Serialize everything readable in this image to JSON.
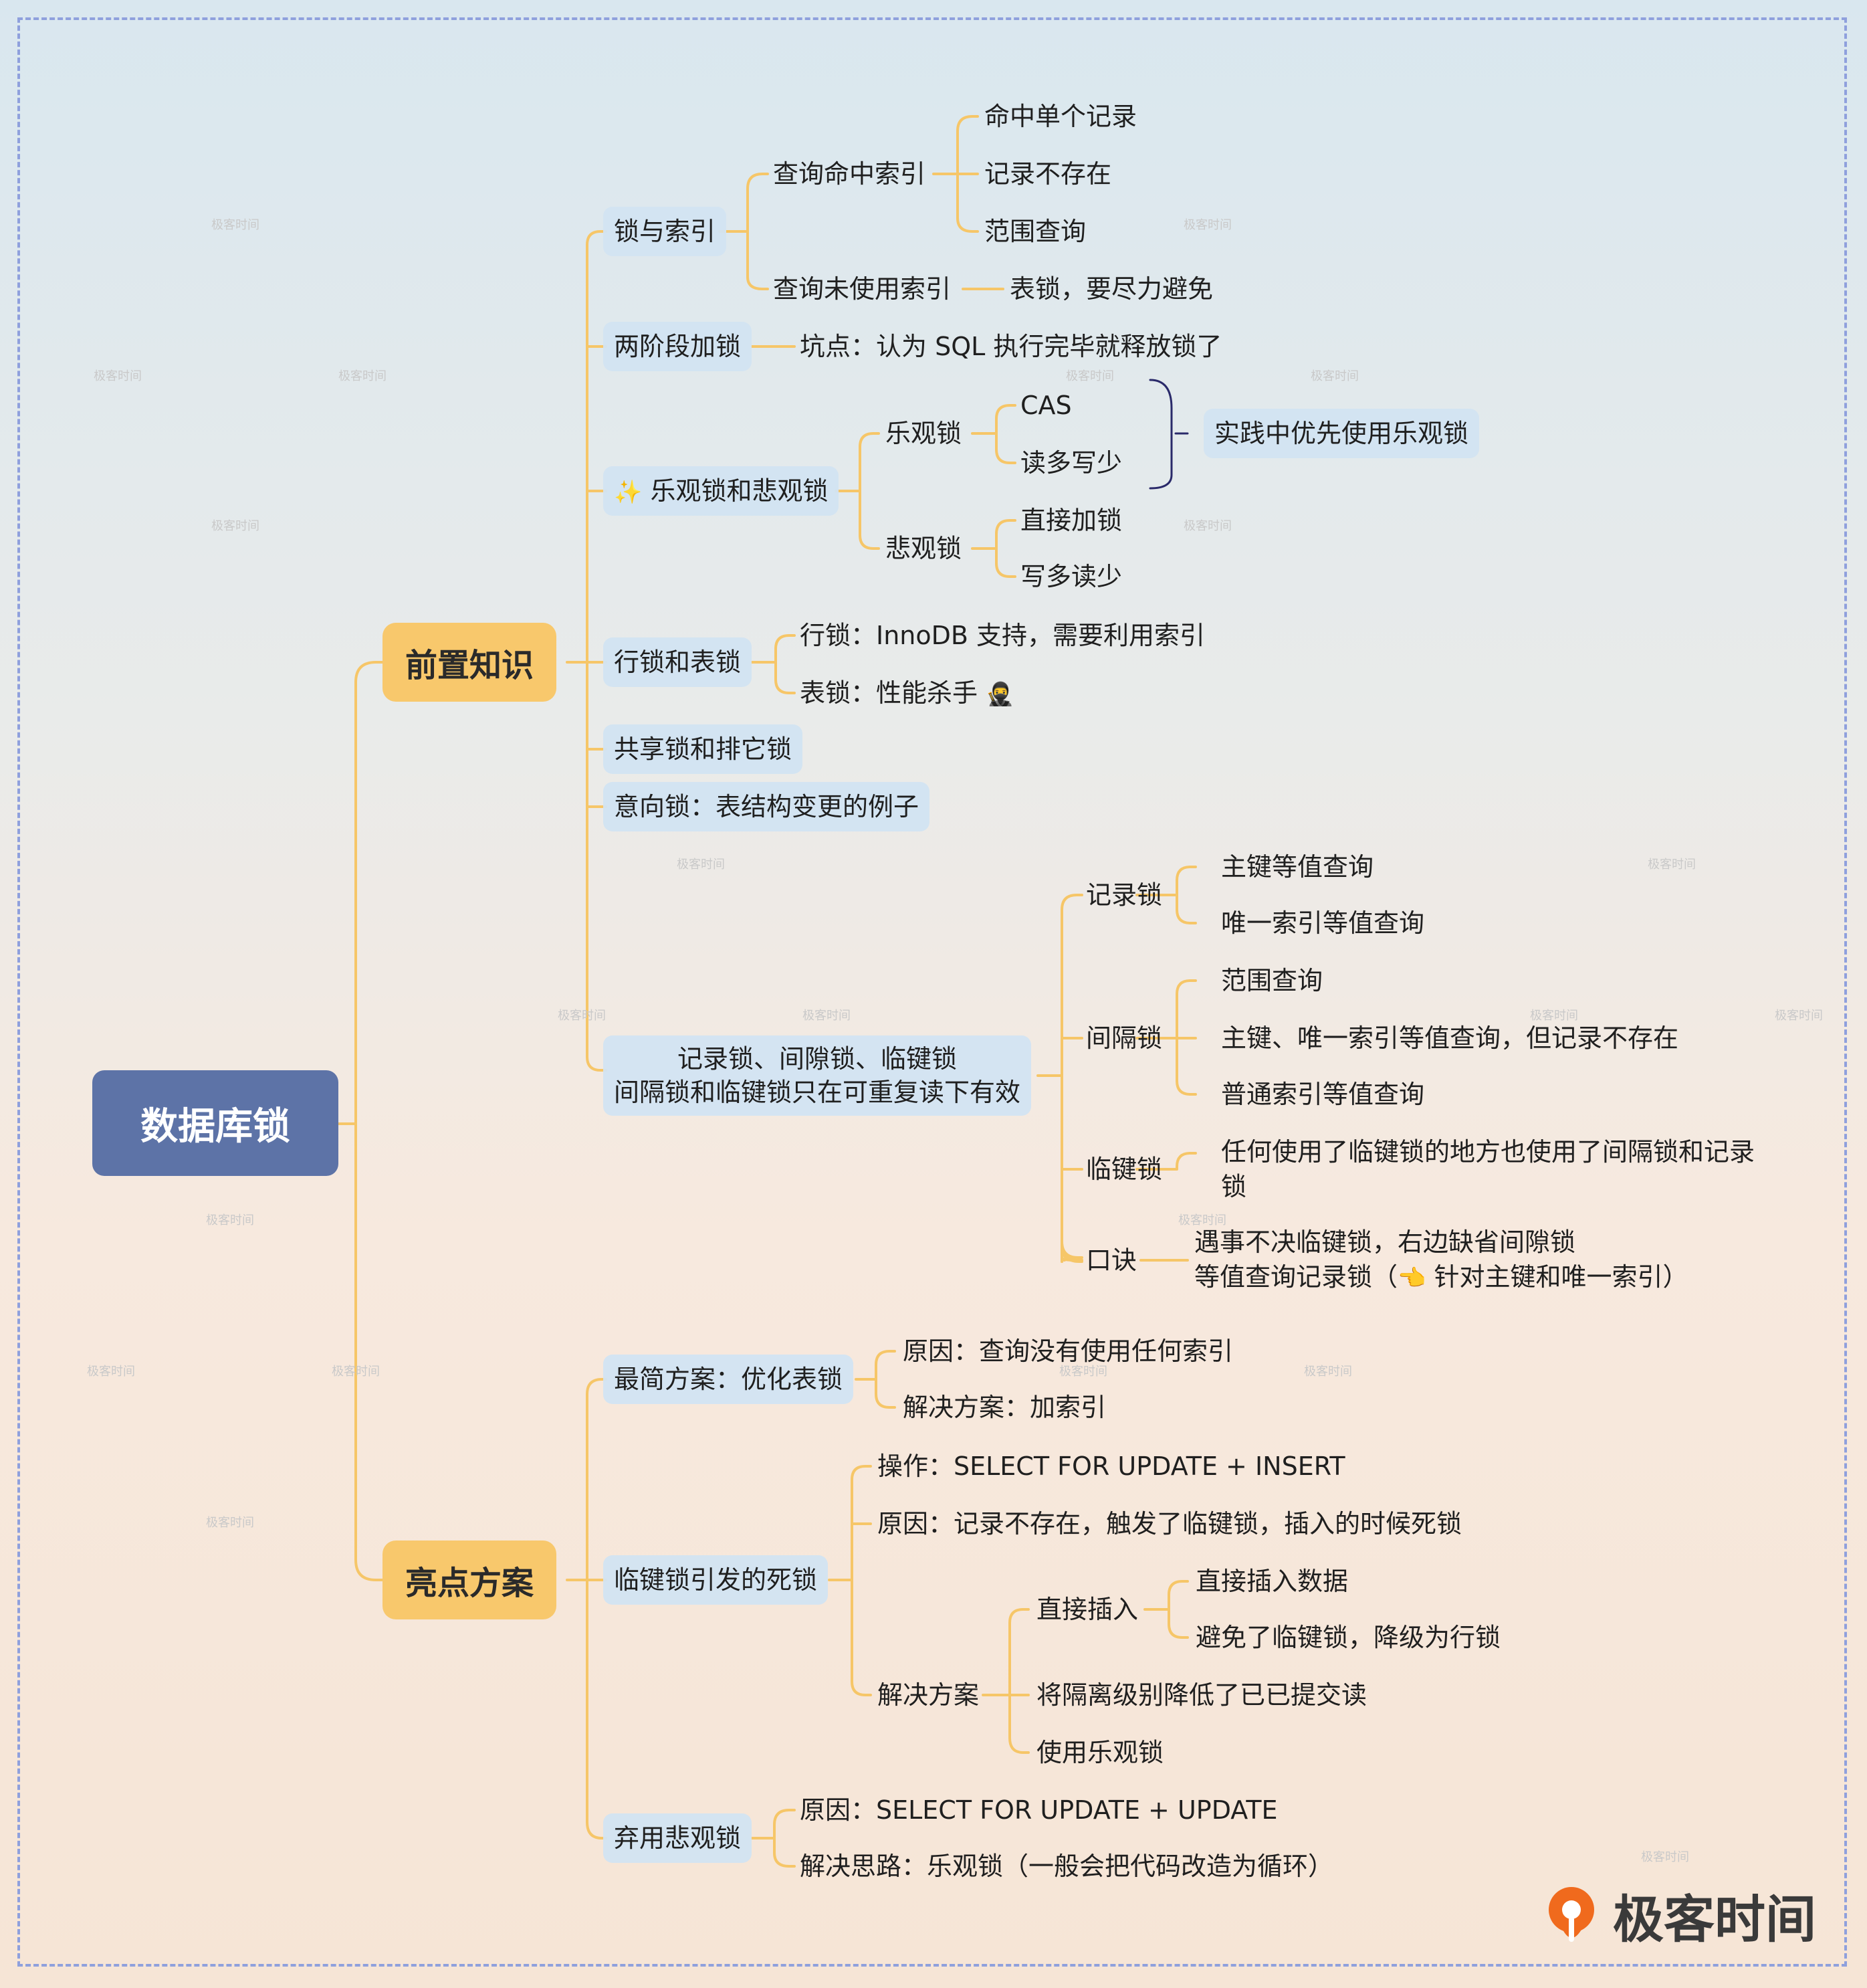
{
  "root": "数据库锁",
  "prereq": {
    "label": "前置知识",
    "lock_index": {
      "label": "锁与索引",
      "hit": {
        "label": "查询命中索引",
        "items": [
          "命中单个记录",
          "记录不存在",
          "范围查询"
        ]
      },
      "miss": {
        "label": "查询未使用索引",
        "child": "表锁，要尽力避免"
      }
    },
    "two_phase": {
      "label": "两阶段加锁",
      "child": "坑点：认为 SQL 执行完毕就释放锁了"
    },
    "opt_pes": {
      "label": "乐观锁和悲观锁",
      "optimistic": {
        "label": "乐观锁",
        "items": [
          "CAS",
          "读多写少"
        ]
      },
      "pessimistic": {
        "label": "悲观锁",
        "items": [
          "直接加锁",
          "写多读少"
        ]
      },
      "summary": "实践中优先使用乐观锁"
    },
    "row_table": {
      "label": "行锁和表锁",
      "items": [
        "行锁：InnoDB 支持，需要利用索引",
        "表锁：性能杀手"
      ]
    },
    "shared": "共享锁和排它锁",
    "intent": "意向锁：表结构变更的例子",
    "rgn": {
      "label_line1": "记录锁、间隙锁、临键锁",
      "label_line2": "间隔锁和临键锁只在可重复读下有效",
      "record": {
        "label": "记录锁",
        "items": [
          "主键等值查询",
          "唯一索引等值查询"
        ]
      },
      "gap": {
        "label": "间隔锁",
        "items": [
          "范围查询",
          "主键、唯一索引等值查询，但记录不存在",
          "普通索引等值查询"
        ]
      },
      "nextkey": {
        "label": "临键锁",
        "line1": "任何使用了临键锁的地方也使用了间隔锁和记录",
        "line2": "锁"
      },
      "mnemonic": {
        "label": "口诀",
        "line1": "遇事不决临键锁，右边缺省间隙锁",
        "line2a": "等值查询记录锁（",
        "line2b": " 针对主键和唯一索引）"
      }
    }
  },
  "highlight": {
    "label": "亮点方案",
    "simplest": {
      "label": "最简方案：优化表锁",
      "items": [
        "原因：查询没有使用任何索引",
        "解决方案：加索引"
      ]
    },
    "deadlock": {
      "label": "临键锁引发的死锁",
      "op": "操作：SELECT FOR UPDATE + INSERT",
      "cause": "原因：记录不存在，触发了临键锁，插入的时候死锁",
      "solution": {
        "label": "解决方案",
        "direct": {
          "label": "直接插入",
          "items": [
            "直接插入数据",
            "避免了临键锁，降级为行锁"
          ]
        },
        "others": [
          "将隔离级别降低了已已提交读",
          "使用乐观锁"
        ]
      }
    },
    "abandon": {
      "label": "弃用悲观锁",
      "items": [
        "原因：SELECT FOR UPDATE + UPDATE",
        "解决思路：乐观锁（一般会把代码改造为循环）"
      ]
    }
  },
  "watermark": "极客时间",
  "brand": "极客时间",
  "colors": {
    "root": "#5d73a7",
    "level1": "#f8c86c",
    "connector": "#f6c668",
    "pill": "#d2e4f2",
    "brand": "#f06a1d"
  }
}
